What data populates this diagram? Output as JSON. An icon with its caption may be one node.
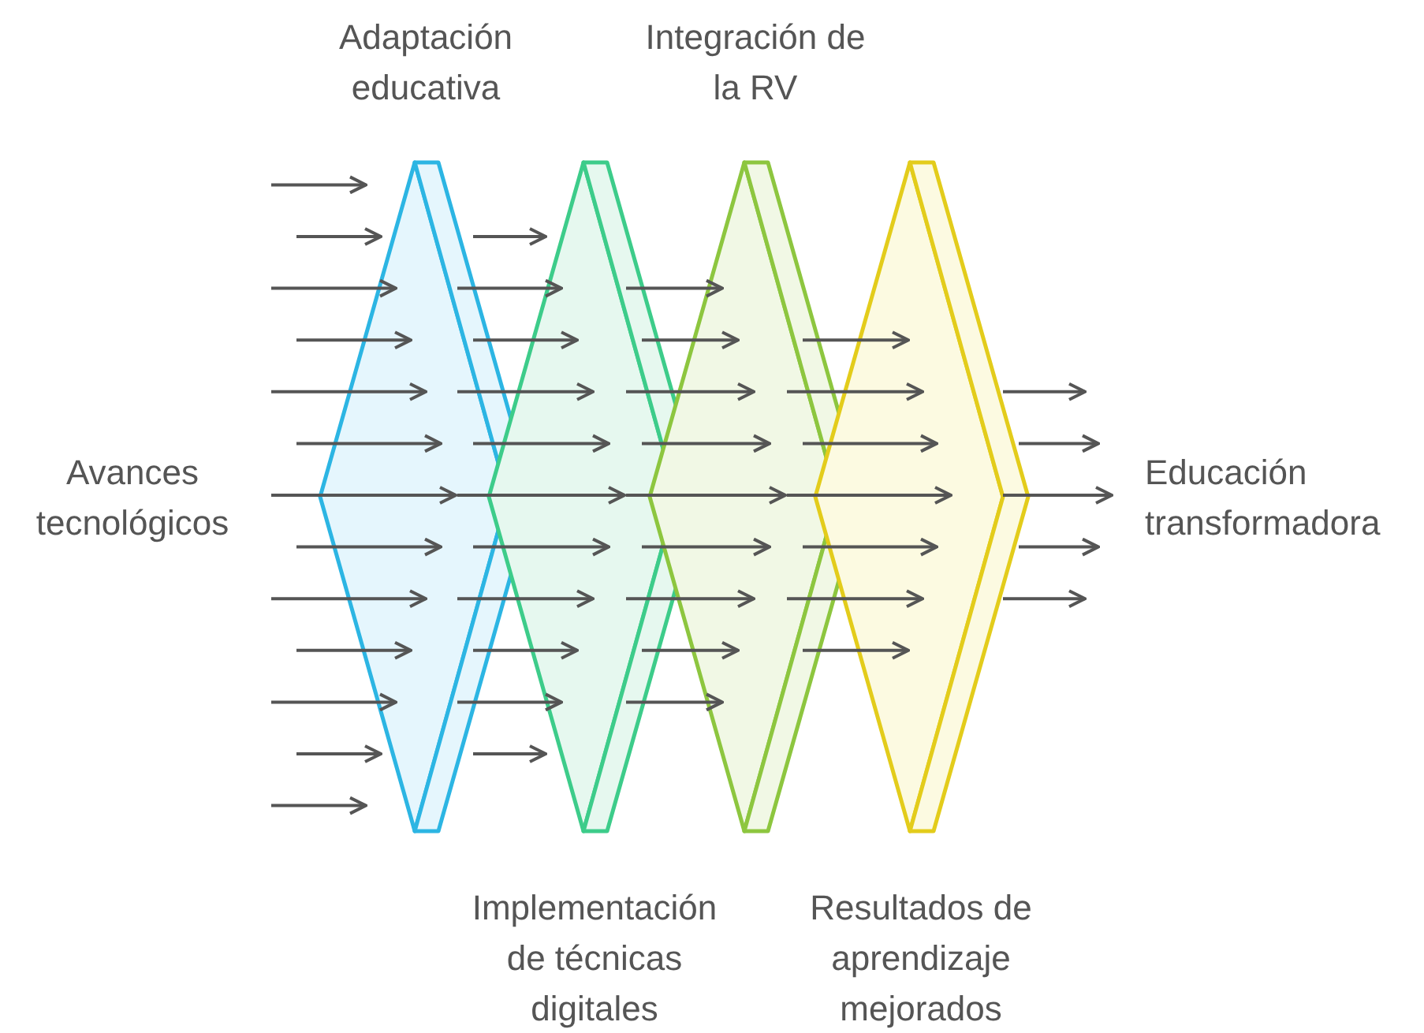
{
  "diagram": {
    "nodes": [
      {
        "text": [
          "Avances tecnológicos"
        ]
      },
      {
        "text": [
          "Adaptación educativa"
        ]
      },
      {
        "text": [
          "Implementación de técnicas digitales"
        ]
      },
      {
        "text": [
          "Integración de la RV"
        ]
      },
      {
        "text": [
          "Resultados de aprendizaje mejorados"
        ]
      },
      {
        "text": [
          "Educación transformadora"
        ]
      }
    ],
    "edges": [
      {
        "from": null,
        "to": 1,
        "arrow": "to"
      },
      {
        "from": null,
        "to": 1,
        "arrow": "to"
      },
      {
        "from": null,
        "to": 1,
        "arrow": "to"
      },
      {
        "from": null,
        "to": 1,
        "arrow": "to"
      },
      {
        "from": null,
        "to": 1,
        "arrow": "to"
      },
      {
        "from": null,
        "to": 1,
        "arrow": "to"
      },
      {
        "from": null,
        "to": 1,
        "arrow": "to"
      },
      {
        "from": null,
        "to": 1,
        "arrow": "to"
      },
      {
        "from": null,
        "to": 1,
        "arrow": "to"
      },
      {
        "from": null,
        "to": 1,
        "arrow": "to"
      },
      {
        "from": null,
        "to": 1,
        "arrow": "to"
      },
      {
        "from": null,
        "to": 1,
        "arrow": "to"
      },
      {
        "from": null,
        "to": 1,
        "arrow": "to"
      },
      {
        "from": 1,
        "to": 2,
        "arrow": "to"
      },
      {
        "from": 1,
        "to": 2,
        "arrow": "to"
      },
      {
        "from": 1,
        "to": 2,
        "arrow": "to"
      },
      {
        "from": 1,
        "to": 2,
        "arrow": "to"
      },
      {
        "from": 1,
        "to": 2,
        "arrow": "to"
      },
      {
        "from": 1,
        "to": 2,
        "arrow": "to"
      },
      {
        "from": 1,
        "to": 2,
        "arrow": "to"
      },
      {
        "from": 1,
        "to": 2,
        "arrow": "to"
      },
      {
        "from": 1,
        "to": 2,
        "arrow": "to"
      },
      {
        "from": 1,
        "to": 2,
        "arrow": "to"
      },
      {
        "from": 1,
        "to": 2,
        "arrow": "to"
      },
      {
        "from": 2,
        "to": 3,
        "arrow": "to"
      },
      {
        "from": 2,
        "to": 3,
        "arrow": "to"
      },
      {
        "from": 2,
        "to": 3,
        "arrow": "to"
      },
      {
        "from": 2,
        "to": 3,
        "arrow": "to"
      },
      {
        "from": 2,
        "to": 3,
        "arrow": "to"
      },
      {
        "from": 2,
        "to": 3,
        "arrow": "to"
      },
      {
        "from": 2,
        "to": 3,
        "arrow": "to"
      },
      {
        "from": 2,
        "to": 3,
        "arrow": "to"
      },
      {
        "from": 2,
        "to": 3,
        "arrow": "to"
      },
      {
        "from": 3,
        "to": 4,
        "arrow": "to"
      },
      {
        "from": 3,
        "to": 4,
        "arrow": "to"
      },
      {
        "from": 3,
        "to": 4,
        "arrow": "to"
      },
      {
        "from": 3,
        "to": 4,
        "arrow": "to"
      },
      {
        "from": 3,
        "to": 4,
        "arrow": "to"
      },
      {
        "from": 3,
        "to": 4,
        "arrow": "to"
      },
      {
        "from": 3,
        "to": 4,
        "arrow": "to"
      },
      {
        "from": 4,
        "to": null,
        "arrow": "to"
      },
      {
        "from": 4,
        "to": 5,
        "arrow": "to"
      },
      {
        "from": 4,
        "to": 5,
        "arrow": "to"
      },
      {
        "from": 4,
        "to": 5,
        "arrow": "to"
      },
      {
        "from": 4,
        "to": null,
        "arrow": "to"
      }
    ]
  }
}
